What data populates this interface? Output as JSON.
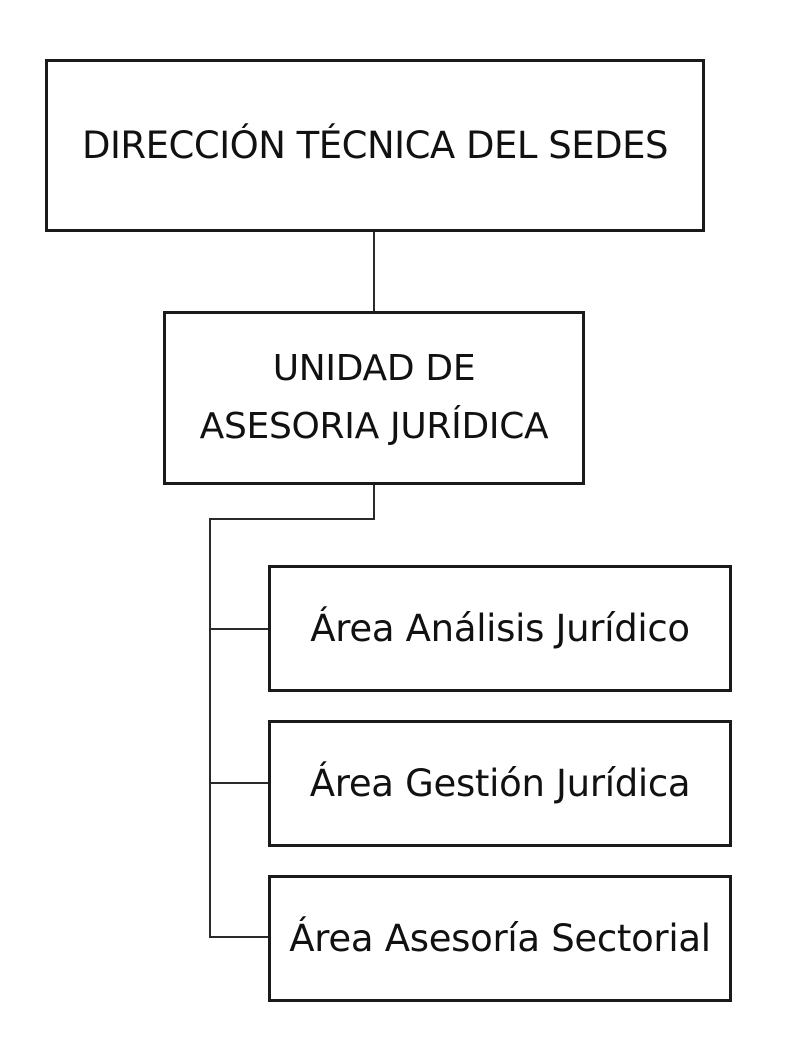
{
  "diagram": {
    "top_box": "DIRECCIÓN TÉCNICA DEL SEDES",
    "middle_box": {
      "line1": "UNIDAD DE",
      "line2": "ASESORIA JURÍDICA"
    },
    "areas": [
      "Área Análisis Jurídico",
      "Área Gestión Jurídica",
      "Área Asesoría Sectorial"
    ]
  }
}
